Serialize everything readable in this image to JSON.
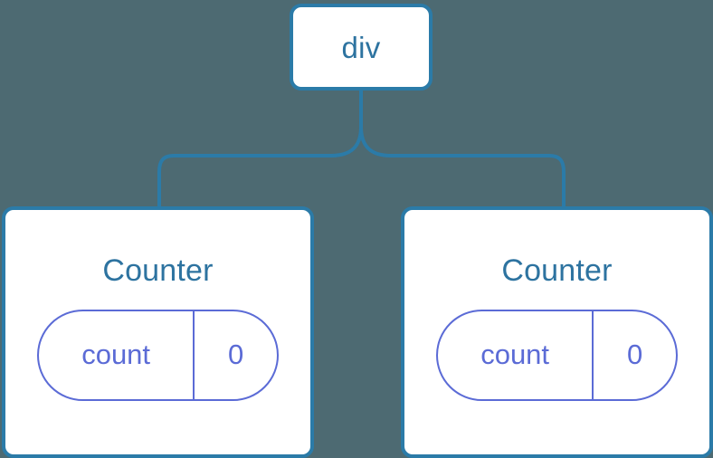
{
  "diagram": {
    "type": "component-tree",
    "background_color": "#4d6a72",
    "node_border_color": "#2b7ba8",
    "node_text_color": "#2d73a0",
    "state_color": "#5b6bd6",
    "edge_color": "#2b7ba8",
    "root": {
      "label": "div"
    },
    "children": [
      {
        "label": "Counter",
        "state": {
          "key": "count",
          "value": "0"
        }
      },
      {
        "label": "Counter",
        "state": {
          "key": "count",
          "value": "0"
        }
      }
    ]
  }
}
